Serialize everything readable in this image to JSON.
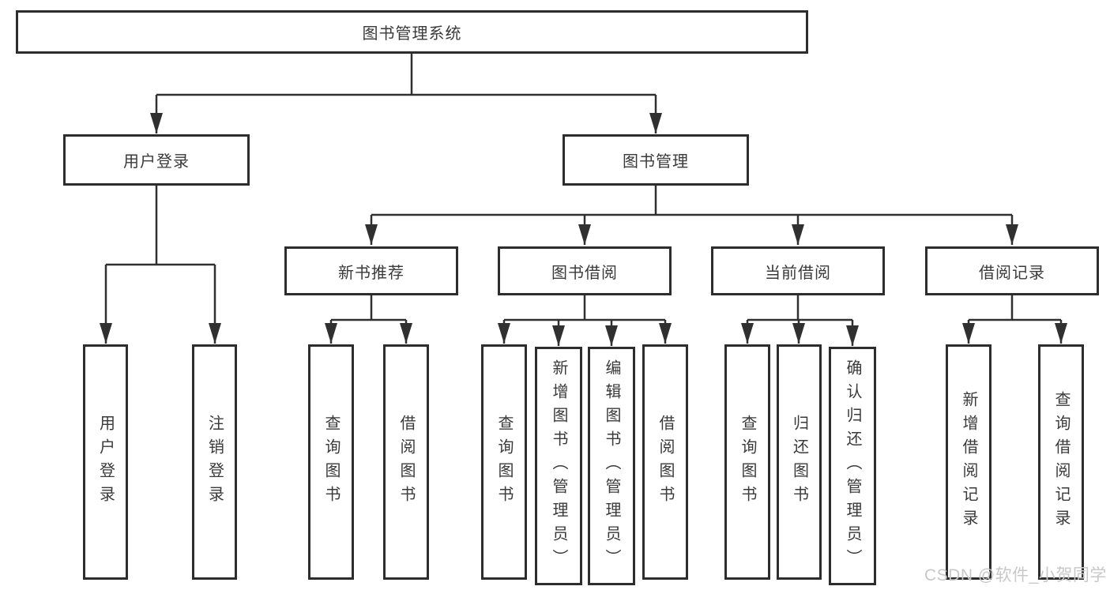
{
  "tree": {
    "root": {
      "label": "图书管理系统",
      "children": [
        {
          "label": "用户登录",
          "children": [
            {
              "label": "用户登录"
            },
            {
              "label": "注销登录"
            }
          ]
        },
        {
          "label": "图书管理",
          "children": [
            {
              "label": "新书推荐",
              "children": [
                {
                  "label": "查询图书"
                },
                {
                  "label": "借阅图书"
                }
              ]
            },
            {
              "label": "图书借阅",
              "children": [
                {
                  "label": "查询图书"
                },
                {
                  "label": "新增图书（管理员）"
                },
                {
                  "label": "编辑图书（管理员）"
                },
                {
                  "label": "借阅图书"
                }
              ]
            },
            {
              "label": "当前借阅",
              "children": [
                {
                  "label": "查询图书"
                },
                {
                  "label": "归还图书"
                },
                {
                  "label": "确认归还（管理员）"
                }
              ]
            },
            {
              "label": "借阅记录",
              "children": [
                {
                  "label": "新增借阅记录"
                },
                {
                  "label": "查询借阅记录"
                }
              ]
            }
          ]
        }
      ]
    }
  },
  "watermark": "CSDN @软件_小贺同学",
  "colors": {
    "line": "#303030",
    "arrow": "#303030",
    "box_border": "#2d2d2d",
    "box_fill": "#ffffff",
    "text": "#3a3a3a",
    "watermark": "#c8c8c8",
    "background": "#ffffff"
  }
}
